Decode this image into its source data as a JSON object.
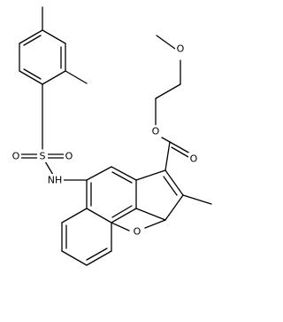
{
  "structure": {
    "kind": "skeletal-formula",
    "atom_labels": {
      "ether_oxygen": "O",
      "ester_oxygen": "O",
      "carbonyl_oxygen": "O",
      "sulfur": "S",
      "sulfonyl_oxygen_1": "O",
      "sulfonyl_oxygen_2": "O",
      "amine": "NH",
      "furan_oxygen": "O"
    }
  }
}
